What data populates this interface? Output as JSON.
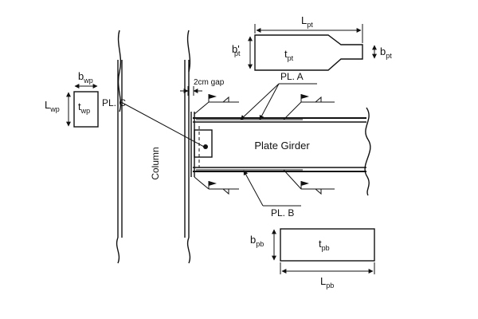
{
  "labels": {
    "l_pt": "L",
    "l_pt_sub": "pt",
    "b_pt_prime": "b'",
    "b_pt_prime_sub": "pt",
    "t_pt": "t",
    "t_pt_sub": "pt",
    "b_pt": "b",
    "b_pt_sub": "pt",
    "b_wp": "b",
    "b_wp_sub": "wp",
    "l_wp": "L",
    "l_wp_sub": "wp",
    "t_wp": "t",
    "t_wp_sub": "wp",
    "gap": "2cm gap",
    "pl_a": "PL. A",
    "pl_b": "PL. B",
    "pl_c": "PL. C",
    "column": "Column",
    "plate_girder": "Plate Girder",
    "b_pb": "b",
    "b_pb_sub": "pb",
    "t_pb": "t",
    "t_pb_sub": "pb",
    "l_pb": "L",
    "l_pb_sub": "pb"
  }
}
